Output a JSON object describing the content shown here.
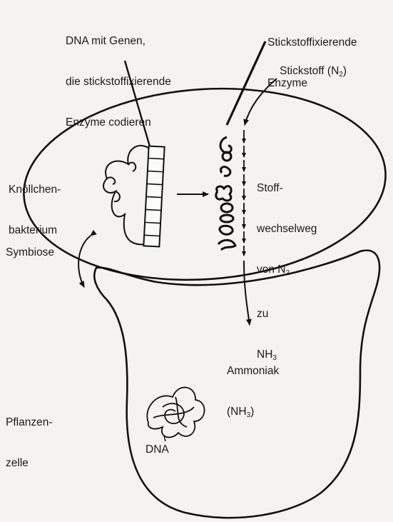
{
  "labels": {
    "dna_genes": [
      "DNA mit Genen,",
      "die stickstoffixierende",
      "Enzyme codieren"
    ],
    "enzymes": [
      "Stickstoffixierende",
      "Enzyme"
    ],
    "nitrogen": {
      "text": "Stickstoff (N",
      "sub": "2",
      "tail": ")"
    },
    "bacterium": [
      "Knöllchen-",
      "bakterium"
    ],
    "pathway": {
      "line1": "Stoff-",
      "line2": "wechselweg",
      "line3": "von N",
      "line3_sub": "2",
      "line4": "zu",
      "line5": "NH",
      "line5_sub": "3"
    },
    "symbiosis": "Symbiose",
    "ammonia": {
      "line1": "Ammoniak",
      "line2": "(NH",
      "line2_sub": "3",
      "line2_tail": ")"
    },
    "plant_cell": [
      "Pflanzen-",
      "zelle"
    ],
    "plant_dna": "DNA"
  }
}
